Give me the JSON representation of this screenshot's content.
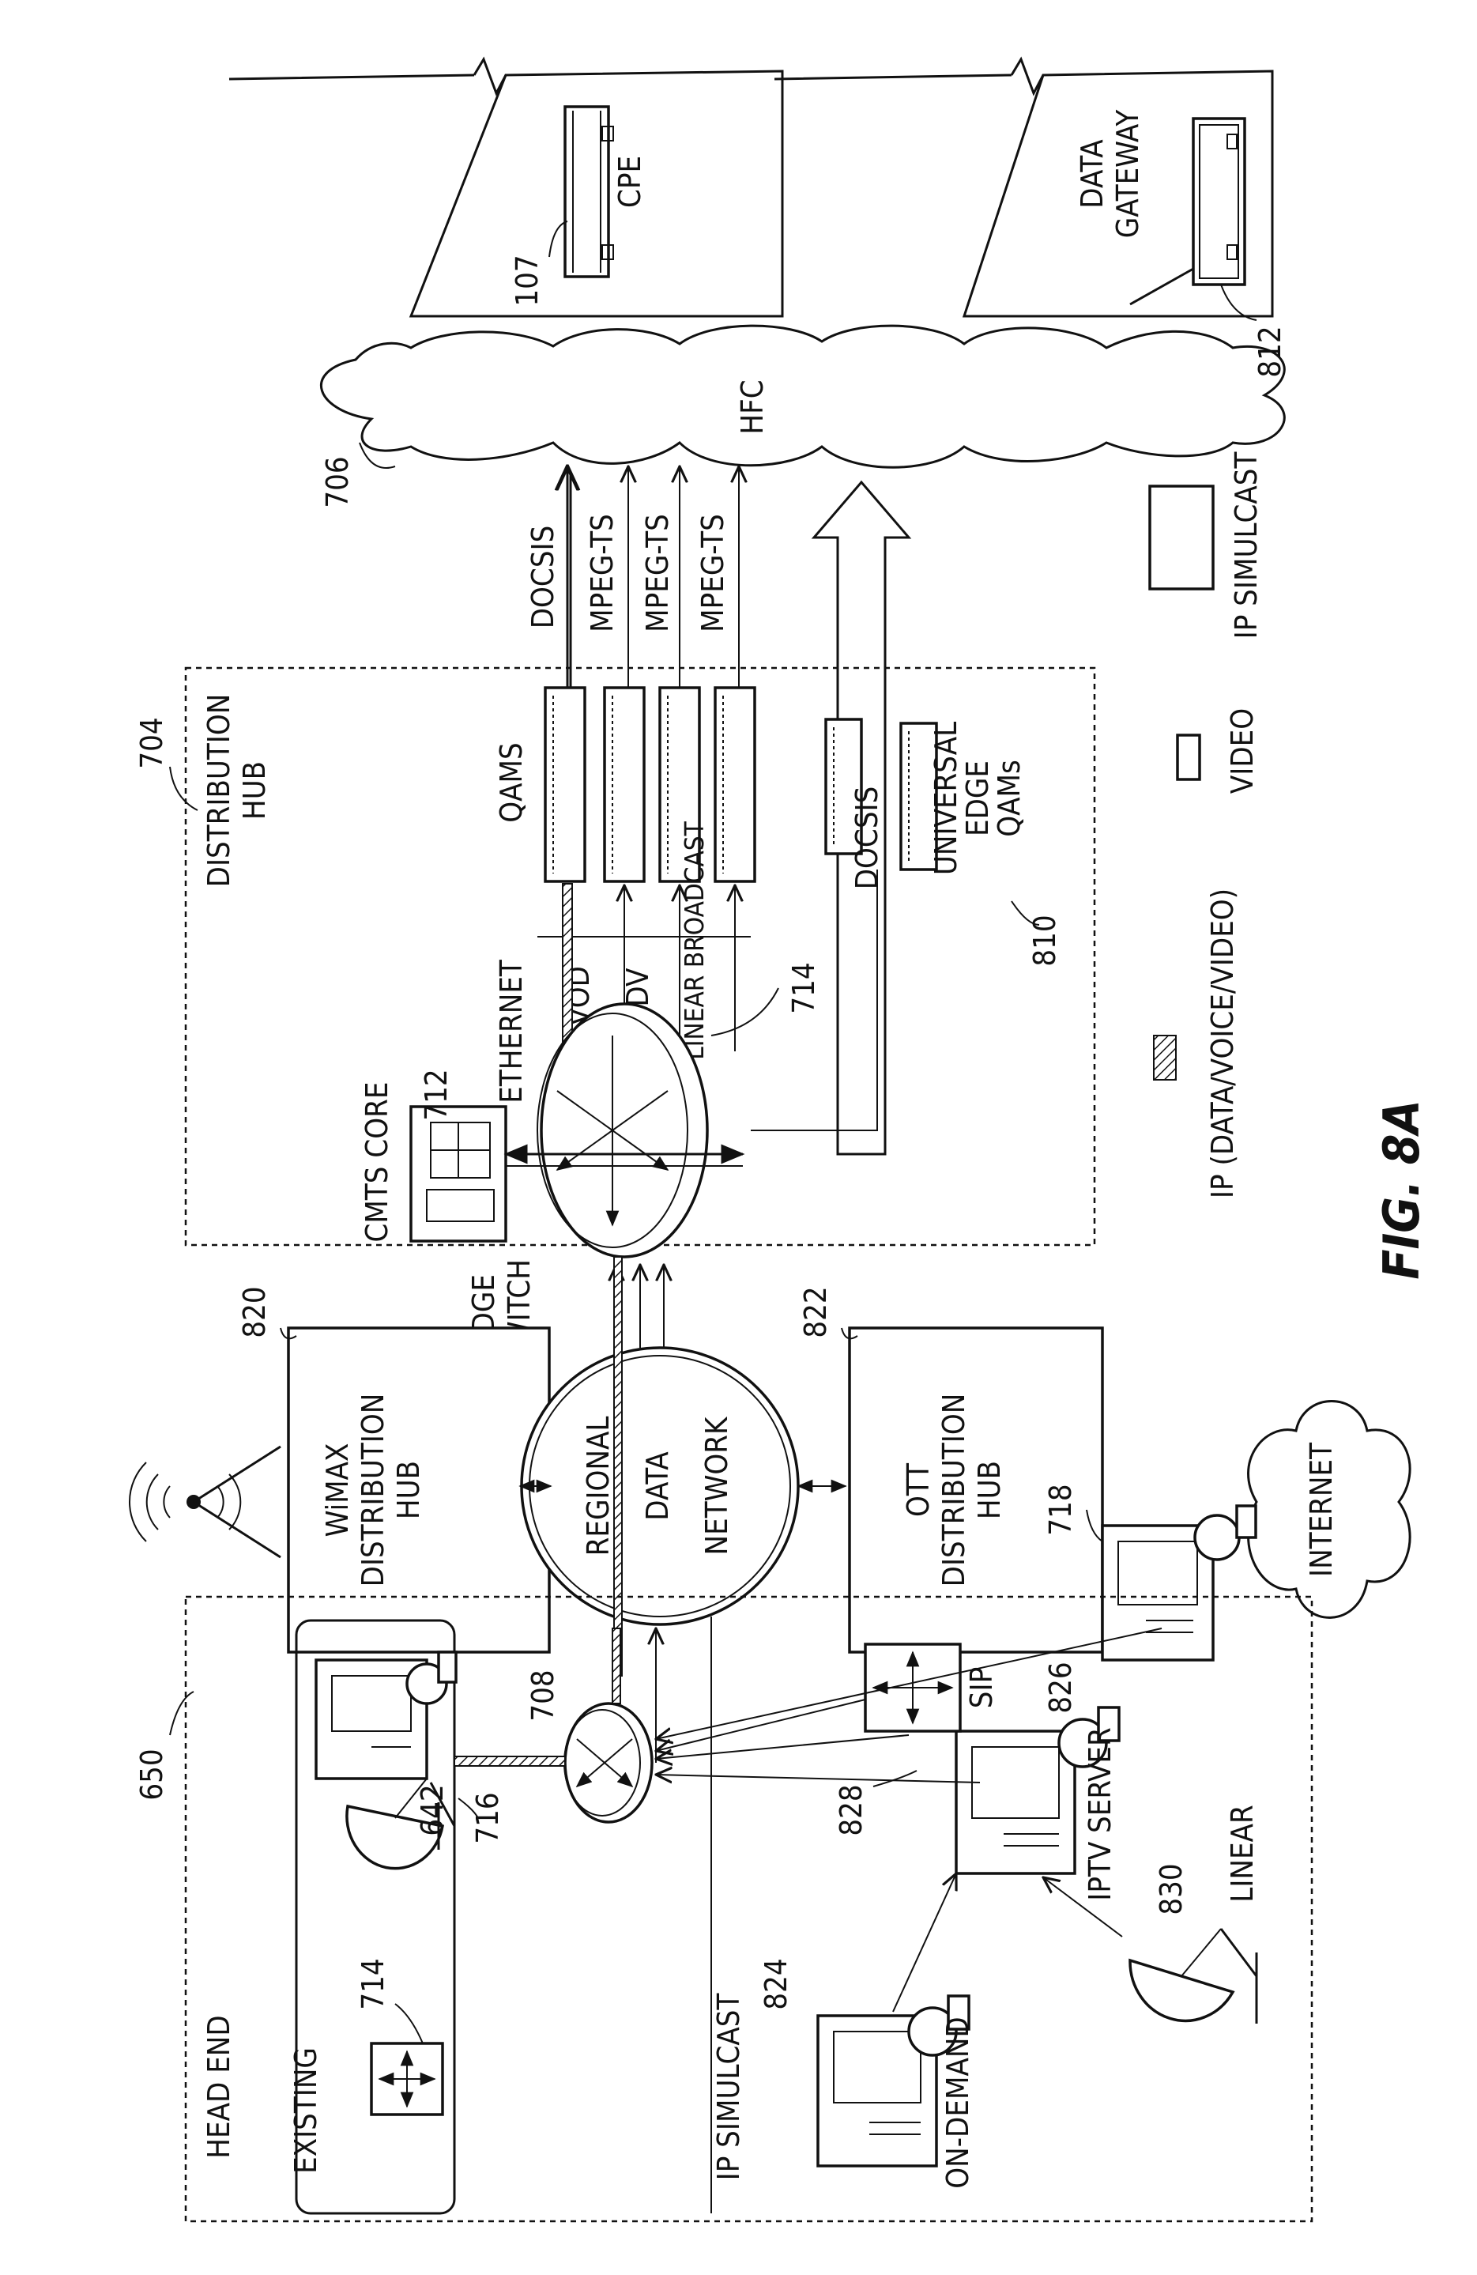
{
  "figure": {
    "label": "FIG. 8A"
  },
  "head_end": {
    "title": "HEAD END",
    "ref": "650",
    "existing_label": "EXISTING",
    "ref_switch": "714",
    "ref_satellite": "716",
    "ref_server": "642",
    "ref_router": "708"
  },
  "ip_simulcast_section": {
    "title": "IP SIMULCAST",
    "ref_on_demand": "824",
    "on_demand_label": "ON-DEMAND",
    "ref_linear": "830",
    "linear_label": "LINEAR",
    "ref_iptv": "826",
    "iptv_label": "IPTV SERVER",
    "ref_sip": "828",
    "sip_label": "SIP"
  },
  "wimax_hub": {
    "title_lines": [
      "WiMAX",
      "DISTRIBUTION",
      "HUB"
    ],
    "ref": "820"
  },
  "regional_network": {
    "title_lines": [
      "REGIONAL",
      "DATA",
      "NETWORK"
    ]
  },
  "ott_hub": {
    "title_lines": [
      "OTT",
      "DISTRIBUTION",
      "HUB"
    ],
    "ref": "822"
  },
  "internet": {
    "label": "INTERNET",
    "ref": "718"
  },
  "distribution_hub": {
    "title_lines": [
      "DISTRIBUTION",
      "HUB"
    ],
    "ref": "704",
    "edge_switch_lines": [
      "EDGE",
      "SWITCH"
    ],
    "cmts_label": "CMTS CORE",
    "cmts_ref": "712",
    "router_ref": "714",
    "ethernet_label": "ETHERNET",
    "vod_label": "VOD",
    "sdv_label": "SDV",
    "linear_broadcast_label": "LINEAR BROADCAST",
    "qams_label": "QAMS",
    "docsis_label": "DOCSIS",
    "universal_lines": [
      "UNIVERSAL",
      "EDGE",
      "QAMs"
    ],
    "universal_ref": "810"
  },
  "streams": {
    "docsis": "DOCSIS",
    "mpeg": [
      "MPEG-TS",
      "MPEG-TS",
      "MPEG-TS"
    ]
  },
  "hfc": {
    "label": "HFC",
    "ref": "706"
  },
  "cpe": {
    "label": "CPE",
    "ref": "107"
  },
  "data_gateway": {
    "label_lines": [
      "DATA",
      "GATEWAY"
    ],
    "ref": "812"
  },
  "legend": {
    "ip_label": "IP (DATA/VOICE/VIDEO)",
    "video_label": "VIDEO",
    "simulcast_label": "IP SIMULCAST"
  }
}
